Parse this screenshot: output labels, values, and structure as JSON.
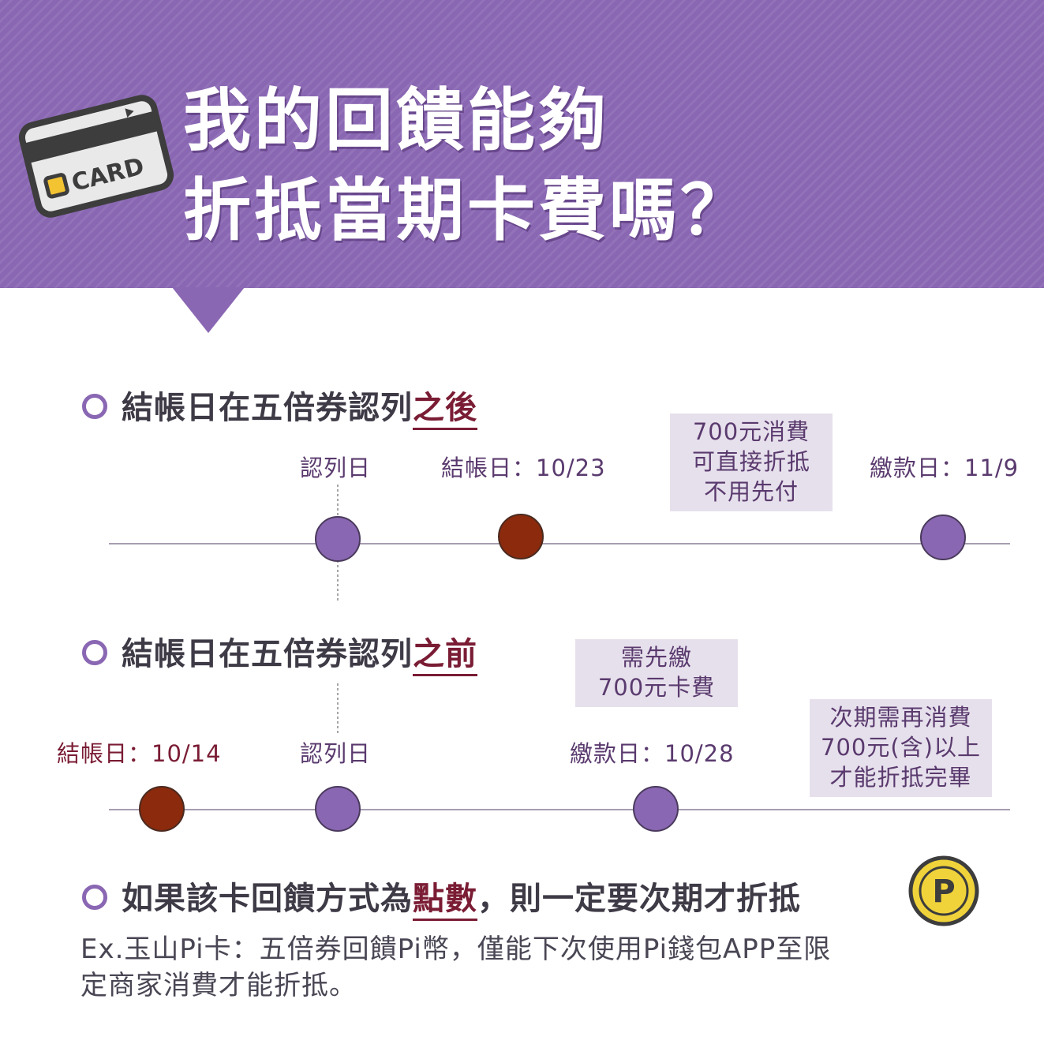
{
  "header": {
    "title_line1": "我的回饋能夠",
    "title_line2": "折抵當期卡費嗎？",
    "card_icon_text": "CARD"
  },
  "colors": {
    "banner": "#8a67b3",
    "purple_node": "#8a67b3",
    "red_node": "#8b2a0c",
    "highlight_text": "#7a1c34",
    "note_bg": "#e6e0ec"
  },
  "section1": {
    "prefix": "結帳日在五倍券認列",
    "highlight": "之後",
    "labels": {
      "recognition": "認列日",
      "billing": "結帳日：10/23",
      "payment": "繳款日：11/9"
    },
    "note": [
      "700元消費",
      "可直接折抵",
      "不用先付"
    ]
  },
  "section2": {
    "prefix": "結帳日在五倍券認列",
    "highlight": "之前",
    "labels": {
      "billing": "結帳日：10/14",
      "recognition": "認列日",
      "payment": "繳款日：10/28"
    },
    "note1": [
      "需先繳",
      "700元卡費"
    ],
    "note2": [
      "次期需再消費",
      "700元(含)以上",
      "才能折抵完畢"
    ]
  },
  "section3": {
    "prefix": "如果該卡回饋方式為",
    "highlight": "點數",
    "suffix": "，則一定要次期才折抵",
    "coin_letter": "P",
    "example_line1": "Ex.玉山Pi卡：五倍券回饋Pi幣，僅能下次使用Pi錢包APP至限",
    "example_line2": "定商家消費才能折抵。"
  }
}
